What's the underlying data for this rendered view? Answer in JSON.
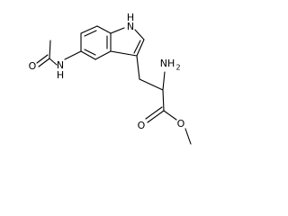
{
  "molecule": {
    "atom_labels": {
      "indole_nh": "H",
      "indole_n": "N",
      "amide_n": "N",
      "amide_h": "H",
      "amide_o": "O",
      "amine_nh2": "NH",
      "amine_sub": "2",
      "ester_o_carbonyl": "O",
      "ester_o_single": "O"
    }
  }
}
